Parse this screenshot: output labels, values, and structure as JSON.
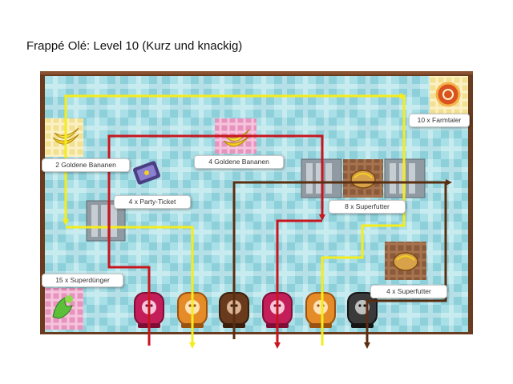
{
  "page": {
    "title": "Frappé Olé: Level 10 (Kurz und knackig)"
  },
  "board": {
    "colors": {
      "tile": "#8ed0da",
      "tile_alt": "#a7dfe6",
      "frame": "#6b3b20",
      "red": "#c8161f",
      "yellow": "#f5ec1b",
      "brown": "#5a2e10"
    }
  },
  "labels": [
    {
      "id": "farmtaler",
      "text": "10 x Farmtaler"
    },
    {
      "id": "golden-bananas-left",
      "text": "2 Goldene Bananen"
    },
    {
      "id": "golden-bananas-mid",
      "text": "4 Goldene Bananen"
    },
    {
      "id": "party-ticket",
      "text": "4 x Party-Ticket"
    },
    {
      "id": "superfutter-8",
      "text": "8 x Superfutter"
    },
    {
      "id": "superduenger",
      "text": "15 x Superdünger"
    },
    {
      "id": "superfutter-4",
      "text": "4 x Superfutter"
    }
  ],
  "cups": [
    {
      "color": "red"
    },
    {
      "color": "orange"
    },
    {
      "color": "brown"
    },
    {
      "color": "red"
    },
    {
      "color": "orange"
    },
    {
      "color": "dark"
    }
  ],
  "tiles": [
    {
      "icon": "coin-icon"
    },
    {
      "icon": "banana-icon"
    },
    {
      "icon": "banana-icon"
    },
    {
      "icon": "party-ticket-icon"
    },
    {
      "icon": "superfutter-icon"
    },
    {
      "icon": "superfutter-icon"
    },
    {
      "icon": "fertilizer-icon"
    }
  ]
}
